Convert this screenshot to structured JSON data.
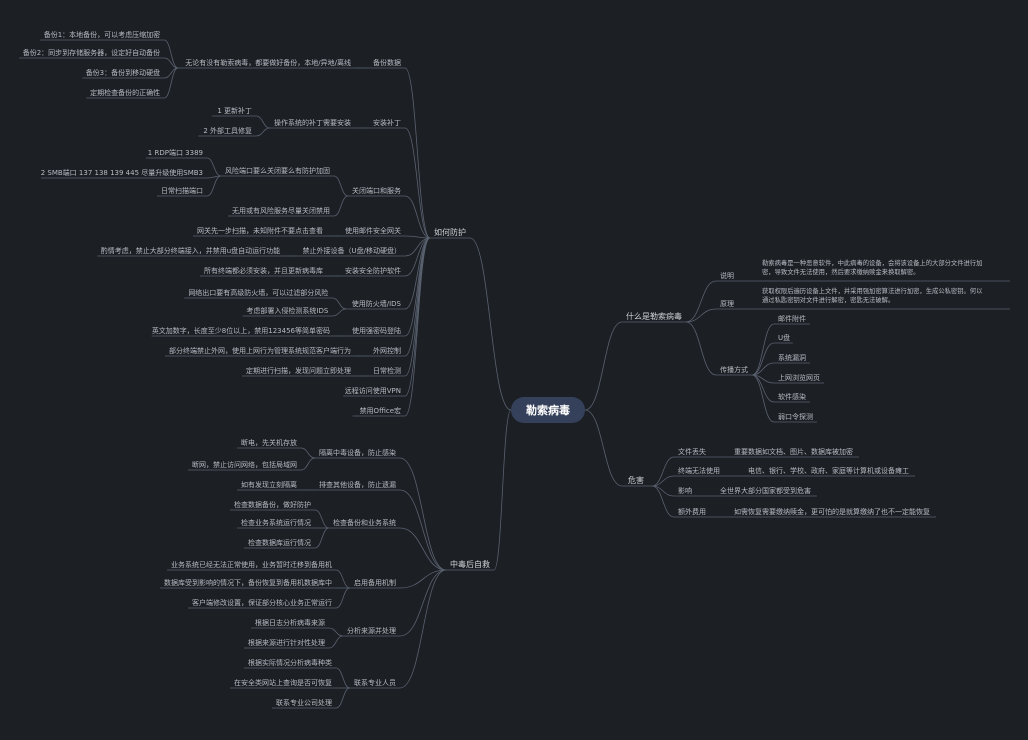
{
  "root": {
    "label": "勒索病毒"
  },
  "branches": [
    {
      "id": "protect",
      "label": "如何防护",
      "children": [
        {
          "label": "备份数据",
          "children": [
            {
              "label": "无论有没有勒索病毒，都要做好备份，本地/异地/离线",
              "children": [
                {
                  "label": "备份1：本地备份，可以考虑压缩加密"
                },
                {
                  "label": "备份2：同步到存储服务器，设定好自动备份"
                },
                {
                  "label": "备份3：备份到移动硬盘"
                },
                {
                  "label": "定期检查备份的正确性"
                }
              ]
            }
          ]
        },
        {
          "label": "安装补丁",
          "children": [
            {
              "label": "操作系统的补丁需要安装",
              "children": [
                {
                  "label": "1 更新补丁"
                },
                {
                  "label": "2 外部工具修复"
                }
              ]
            }
          ]
        },
        {
          "label": "关闭端口和服务",
          "children": [
            {
              "label": "风险端口要么关闭要么有防护加固",
              "children": [
                {
                  "label": "1 RDP端口 3389"
                },
                {
                  "label": "2 SMB端口 137 138 139 445 尽量升级使用SMB3"
                },
                {
                  "label": "日常扫描端口"
                }
              ]
            },
            {
              "label": "无用或有风险服务尽量关闭禁用"
            }
          ]
        },
        {
          "label": "使用邮件安全网关",
          "children": [
            {
              "label": "网关先一步扫描，未知附件不要点击查看"
            }
          ]
        },
        {
          "label": "禁止外接设备（U盘/移动硬盘）",
          "children": [
            {
              "label": "酌情考虑，禁止大部分终端接入，并禁用u盘自动运行功能"
            }
          ]
        },
        {
          "label": "安装安全防护软件",
          "children": [
            {
              "label": "所有终端都必须安装，并且更新病毒库"
            }
          ]
        },
        {
          "label": "使用防火墙/IDS",
          "children": [
            {
              "label": "网络出口要有高级防火墙，可以过滤部分风险"
            },
            {
              "label": "考虑部署入侵检测系统IDS"
            }
          ]
        },
        {
          "label": "使用强密码登陆",
          "children": [
            {
              "label": "英文加数字，长度至少8位以上，禁用123456等简单密码"
            }
          ]
        },
        {
          "label": "外网控制",
          "children": [
            {
              "label": "部分终端禁止外网，使用上网行为管理系统规范客户端行为"
            }
          ]
        },
        {
          "label": "日常检测",
          "children": [
            {
              "label": "定期进行扫描，发现问题立即处理"
            }
          ]
        },
        {
          "label": "远程访问使用VPN"
        },
        {
          "label": "禁用Office宏"
        }
      ]
    },
    {
      "id": "rescue",
      "label": "中毒后自救",
      "children": [
        {
          "label": "隔离中毒设备，防止感染",
          "children": [
            {
              "label": "断电，先关机存放"
            },
            {
              "label": "断网，禁止访问网络，包括局域网"
            }
          ]
        },
        {
          "label": "排查其他设备，防止遗漏",
          "children": [
            {
              "label": "如有发现立刻隔离"
            }
          ]
        },
        {
          "label": "检查备份和业务系统",
          "children": [
            {
              "label": "检查数据备份，做好防护"
            },
            {
              "label": "检查业务系统运行情况"
            },
            {
              "label": "检查数据库运行情况"
            }
          ]
        },
        {
          "label": "启用备用机制",
          "children": [
            {
              "label": "业务系统已经无法正常使用，业务暂时迁移到备用机"
            },
            {
              "label": "数据库受到影响的情况下，备份恢复到备用机数据库中"
            },
            {
              "label": "客户端修改设置，保证部分核心业务正常运行"
            }
          ]
        },
        {
          "label": "分析来源并处理",
          "children": [
            {
              "label": "根据日志分析病毒来源"
            },
            {
              "label": "根据来源进行针对性处理"
            }
          ]
        },
        {
          "label": "联系专业人员",
          "children": [
            {
              "label": "根据实际情况分析病毒种类"
            },
            {
              "label": "在安全类网站上查询是否可恢复"
            },
            {
              "label": "联系专业公司处理"
            }
          ]
        }
      ]
    },
    {
      "id": "whatis",
      "label": "什么是勒索病毒",
      "children": [
        {
          "label": "说明",
          "text": "勒索病毒是一种恶意软件，中此病毒的设备，会将该设备上的大部分文件进行加密，导致文件无法使用，然后要求缴纳赎金来换取解密。"
        },
        {
          "label": "原理",
          "text": "获取权限后遍历设备上文件，并采用强加密算法进行加密，生成公私密钥。何以通过私匙密钥对文件进行解密，密匙无法破解。"
        },
        {
          "label": "传播方式",
          "children": [
            {
              "label": "邮件附件"
            },
            {
              "label": "U盘"
            },
            {
              "label": "系统漏洞"
            },
            {
              "label": "上网浏览网页"
            },
            {
              "label": "软件感染"
            },
            {
              "label": "弱口令探测"
            }
          ]
        }
      ]
    },
    {
      "id": "harm",
      "label": "危害",
      "children": [
        {
          "label": "文件丢失",
          "text": "重要数据如文档、图片、数据库被加密"
        },
        {
          "label": "终端无法使用",
          "text": "电信、银行、学校、政府、家庭等计算机或设备瘫工"
        },
        {
          "label": "影响",
          "text": "全世界大部分国家都受到危害"
        },
        {
          "label": "额外费用",
          "text": "如需恢复需要缴纳赎金，更可怕的是就算缴纳了也不一定能恢复"
        }
      ]
    }
  ],
  "colors": {
    "background": "#1c1f24",
    "root_fill": "#35405a",
    "root_text": "#ffffff",
    "line": "#5a6270",
    "text": "#b7bcc4",
    "major_text": "#cfd3d9"
  }
}
